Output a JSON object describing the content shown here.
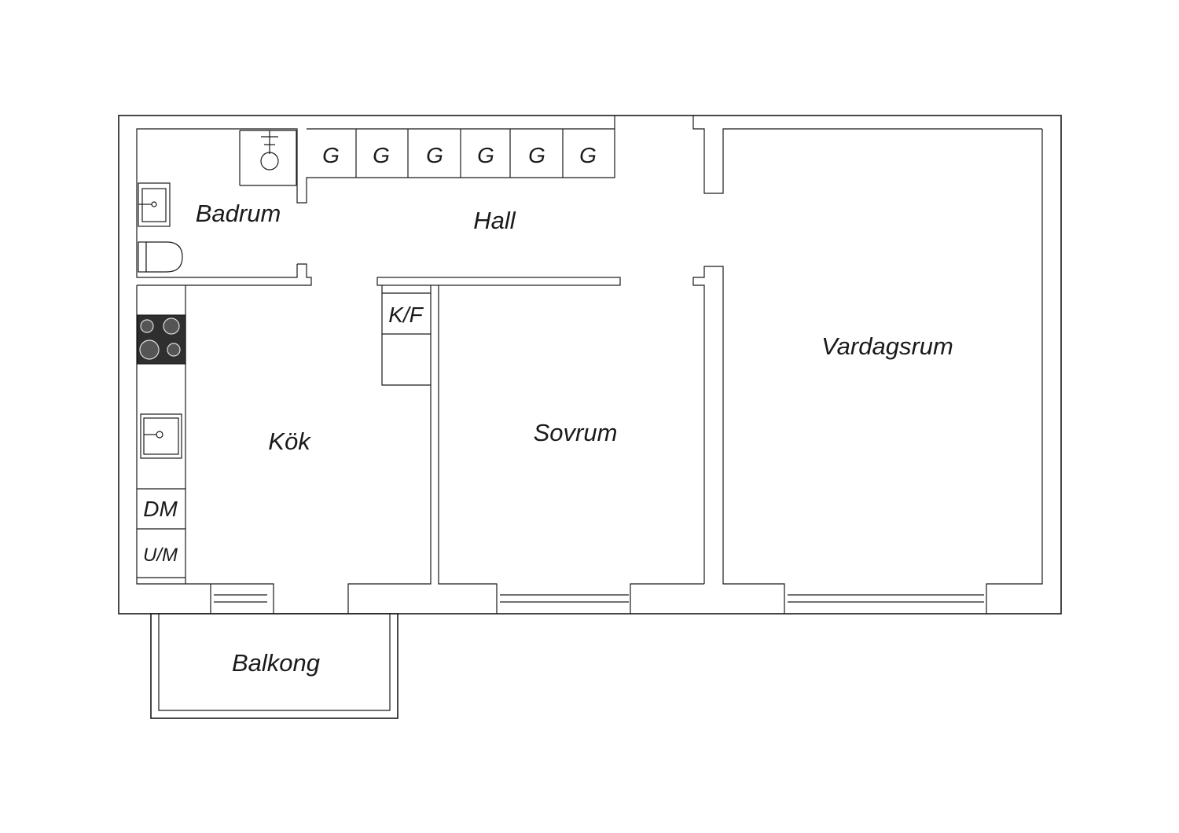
{
  "rooms": {
    "badrum": "Badrum",
    "hall": "Hall",
    "kok": "Kök",
    "sovrum": "Sovrum",
    "vardagsrum": "Vardagsrum",
    "balkong": "Balkong"
  },
  "closets": [
    "G",
    "G",
    "G",
    "G",
    "G",
    "G"
  ],
  "appliances": {
    "fridge_freezer": "K/F",
    "dishwasher": "DM",
    "oven_microwave": "U/M"
  },
  "colors": {
    "line": "#1a1a1a",
    "stove": "#2f2f2f"
  },
  "icons": [
    "shower-icon",
    "washbasin-icon",
    "toilet-icon",
    "stove-icon",
    "kitchen-sink-icon",
    "window-icon"
  ]
}
